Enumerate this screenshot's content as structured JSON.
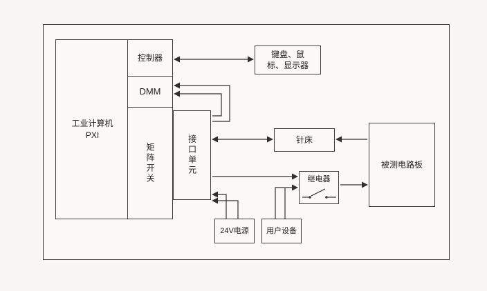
{
  "diagram": {
    "nodes": {
      "industrial_computer": {
        "label": "工业计算机\nPXI"
      },
      "controller": {
        "label": "控制器"
      },
      "dmm": {
        "label": "DMM"
      },
      "matrix_switch": {
        "label": "矩阵开关"
      },
      "interface_unit": {
        "label": "接口单元"
      },
      "display": {
        "label": "键盘、鼠\n标、显示器"
      },
      "needle_bed": {
        "label": "针床"
      },
      "dut_board": {
        "label": "被测电路板"
      },
      "relay": {
        "label": "继电器"
      },
      "power_24v": {
        "label": "24V电源"
      },
      "user_equipment": {
        "label": "用户设备"
      }
    },
    "colors": {
      "line": "#2f2f2f",
      "border": "#3c3c3c",
      "background": "#f8f7f5"
    }
  }
}
